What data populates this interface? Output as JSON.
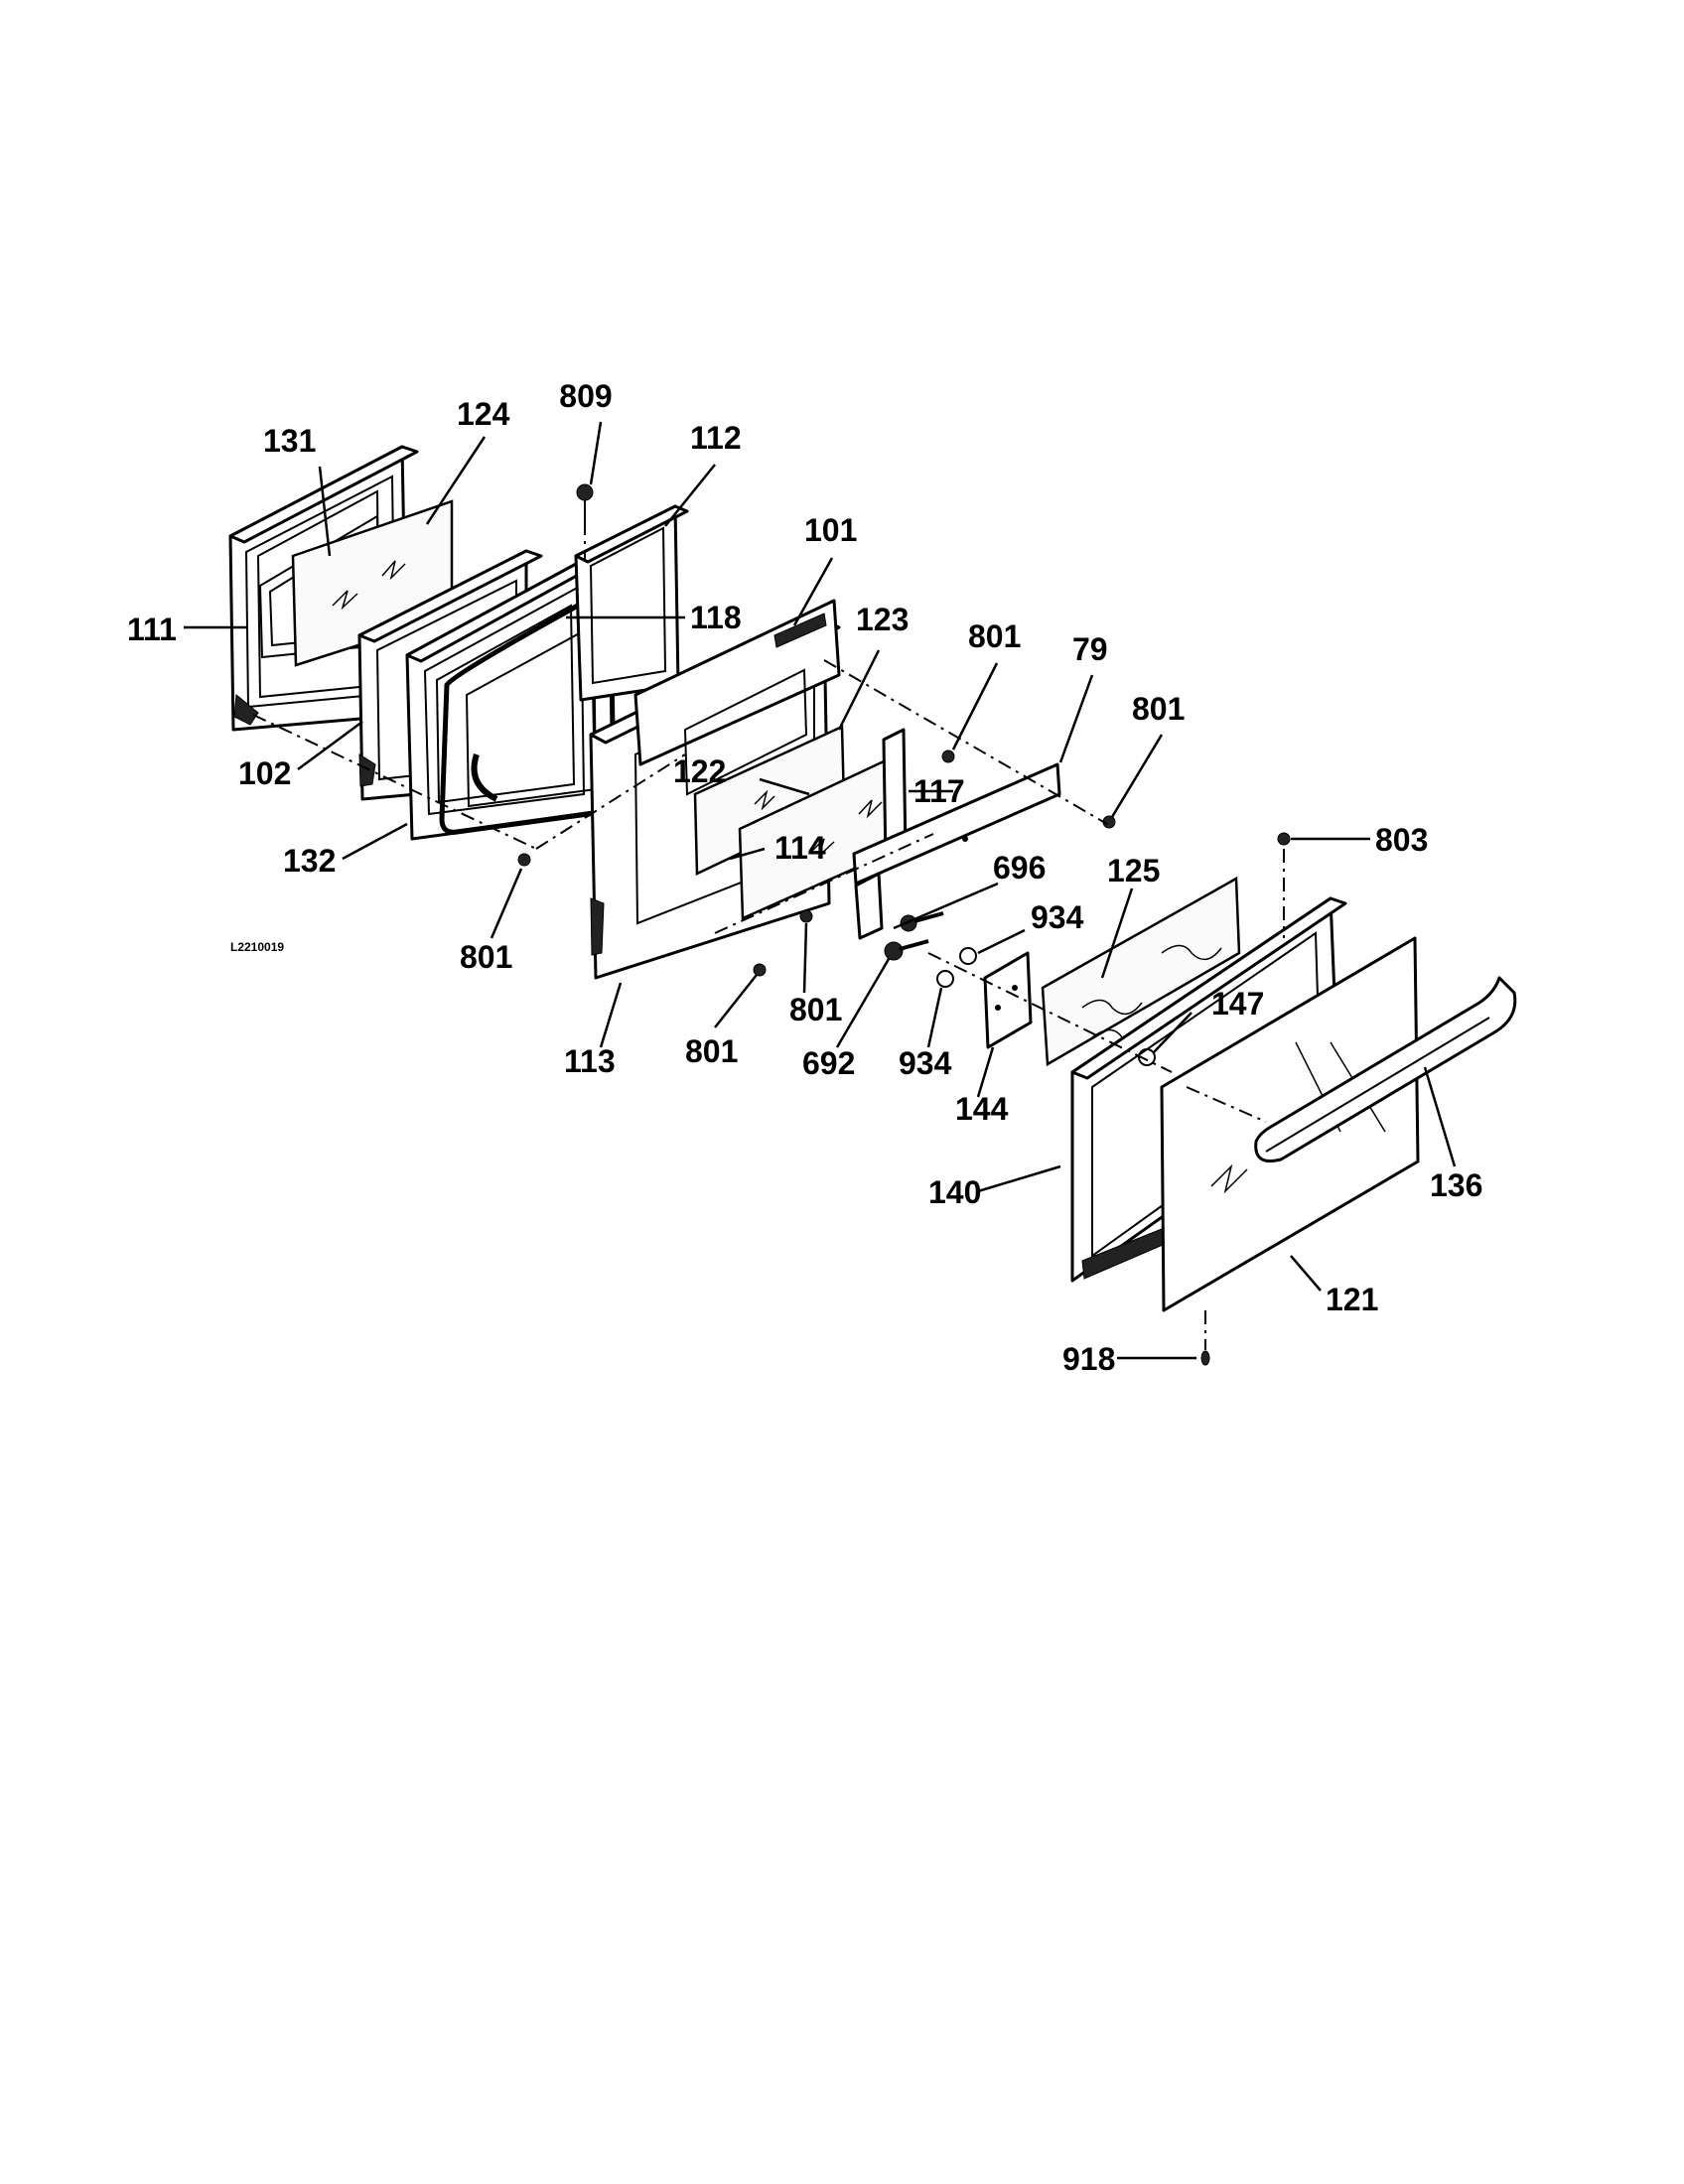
{
  "diagram_code": "L2210019",
  "parts": {
    "p131": "131",
    "p124": "124",
    "p809": "809",
    "p112": "112",
    "p101": "101",
    "p111": "111",
    "p118": "118",
    "p123": "123",
    "p801_a": "801",
    "p79": "79",
    "p801_b": "801",
    "p102": "102",
    "p122": "122",
    "p117": "117",
    "p114": "114",
    "p132": "132",
    "p803": "803",
    "p696": "696",
    "p125": "125",
    "p934_a": "934",
    "p801_c": "801",
    "p801_d": "801",
    "p147": "147",
    "p801_e": "801",
    "p113": "113",
    "p692": "692",
    "p934_b": "934",
    "p144": "144",
    "p136": "136",
    "p140": "140",
    "p121": "121",
    "p918": "918"
  }
}
